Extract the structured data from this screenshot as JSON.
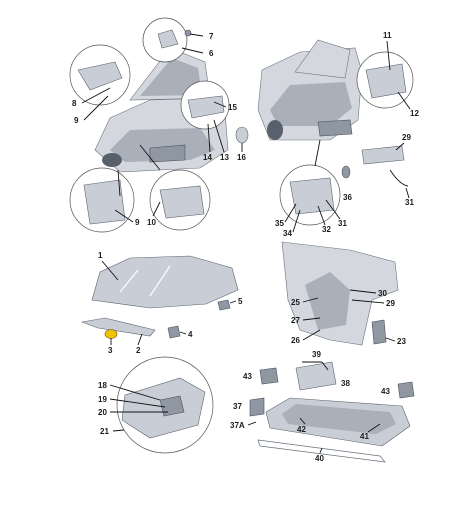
{
  "diagram": {
    "labels": {
      "l1": "1",
      "l2": "2",
      "l3": "3",
      "l4": "4",
      "l5": "5",
      "l6": "6",
      "l7": "7",
      "l8": "8",
      "l9a": "9",
      "l9b": "9",
      "l10": "10",
      "l11": "11",
      "l12": "12",
      "l13": "13",
      "l14": "14",
      "l15": "15",
      "l16": "16",
      "l18": "18",
      "l19": "19",
      "l20": "20",
      "l21": "21",
      "l23": "23",
      "l25": "25",
      "l26": "26",
      "l27": "27",
      "l29a": "29",
      "l29b": "29",
      "l30": "30",
      "l31a": "31",
      "l31b": "31",
      "l32": "32",
      "l34": "34",
      "l35": "35",
      "l36": "36",
      "l37": "37",
      "l37a": "37A",
      "l38": "38",
      "l39": "39",
      "l40": "40",
      "l41": "41",
      "l42": "42",
      "l43a": "43",
      "l43b": "43"
    },
    "colors": {
      "highlight": "#f2c200",
      "part": "#c9ced6",
      "ink": "#1a1a1a"
    }
  }
}
